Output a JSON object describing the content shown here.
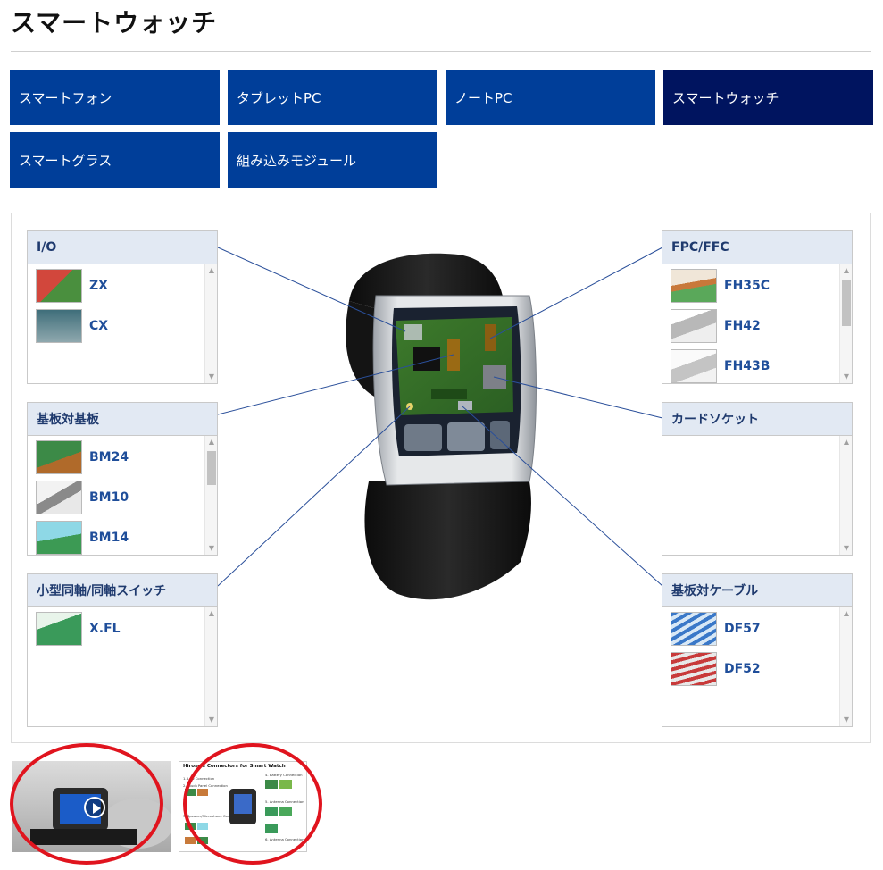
{
  "page": {
    "title": "スマートウォッチ"
  },
  "tabs": [
    {
      "label": "スマートフォン",
      "active": false
    },
    {
      "label": "タブレットPC",
      "active": false
    },
    {
      "label": "ノートPC",
      "active": false
    },
    {
      "label": "スマートウォッチ",
      "active": true
    },
    {
      "label": "スマートグラス",
      "active": false
    },
    {
      "label": "組み込みモジュール",
      "active": false
    }
  ],
  "panels": {
    "io": {
      "title": "I/O",
      "items": [
        "ZX",
        "CX"
      ]
    },
    "board_to_board": {
      "title": "基板対基板",
      "items": [
        "BM24",
        "BM10",
        "BM14"
      ]
    },
    "coax": {
      "title": "小型同軸/同軸スイッチ",
      "items": [
        "X.FL"
      ]
    },
    "fpc_ffc": {
      "title": "FPC/FFC",
      "items": [
        "FH35C",
        "FH42",
        "FH43B"
      ]
    },
    "card_socket": {
      "title": "カードソケット",
      "items": []
    },
    "board_to_cable": {
      "title": "基板対ケーブル",
      "items": [
        "DF57",
        "DF52"
      ]
    }
  },
  "media": {
    "doc_thumbnail": {
      "heading": "Hirose's Connectors for Smart Watch",
      "captions": [
        "1. LCD Connection",
        "2. Touch Panel Connection",
        "3. Speaker/Microphone Connection",
        "4. Battery Connection",
        "5. Antenna Connection",
        "6. Antenna Connection"
      ]
    }
  },
  "colors": {
    "tab": "#003e99",
    "tab_active": "#00145f",
    "panel_header": "#e2e9f3",
    "link": "#1f4e9a",
    "highlight_circle": "#e0141e"
  }
}
